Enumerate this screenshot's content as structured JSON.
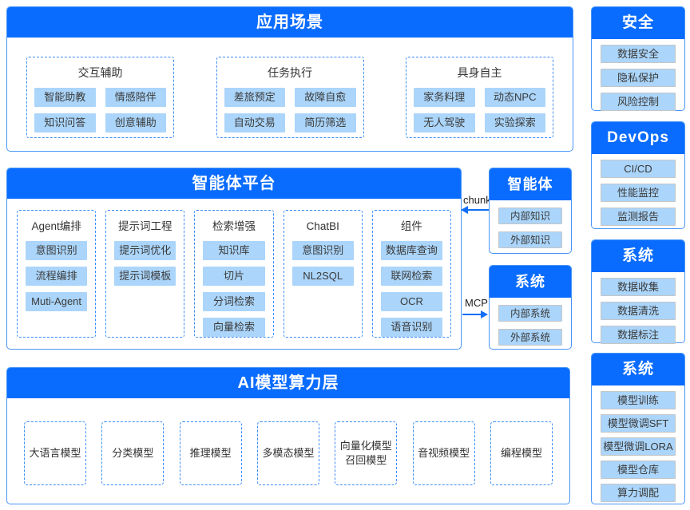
{
  "colors": {
    "header_blue": "#0a6cfe",
    "chip_blue": "#abd5fa",
    "panel_border_blue": "#4795f7",
    "dashed_border_blue": "#3b8cf8",
    "arrow_blue": "#0f6ef5",
    "text_dark": "#333333"
  },
  "app_scenarios": {
    "title": "应用场景",
    "groups": [
      {
        "title": "交互辅助",
        "items": [
          "智能助教",
          "情感陪伴",
          "知识问答",
          "创意辅助"
        ]
      },
      {
        "title": "任务执行",
        "items": [
          "差旅预定",
          "故障自愈",
          "自动交易",
          "简历筛选"
        ]
      },
      {
        "title": "具身自主",
        "items": [
          "家务料理",
          "动态NPC",
          "无人驾驶",
          "实验探索"
        ]
      }
    ]
  },
  "agent_platform": {
    "title": "智能体平台",
    "columns": [
      {
        "title": "Agent编排",
        "items": [
          "意图识别",
          "流程编排",
          "Muti-Agent"
        ]
      },
      {
        "title": "提示词工程",
        "items": [
          "提示词优化",
          "提示词模板"
        ]
      },
      {
        "title": "检索增强",
        "items": [
          "知识库",
          "切片",
          "分词检索",
          "向量检索"
        ]
      },
      {
        "title": "ChatBI",
        "items": [
          "意图识别",
          "NL2SQL"
        ]
      },
      {
        "title": "组件",
        "items": [
          "数据库查询",
          "联网检索",
          "OCR",
          "语音识别"
        ]
      }
    ]
  },
  "connectors": {
    "chunk_label": "chunk",
    "mcp_label": "MCP"
  },
  "agent_box": {
    "title": "智能体",
    "items": [
      "内部知识",
      "外部知识"
    ]
  },
  "system_box": {
    "title": "系统",
    "items": [
      "内部系统",
      "外部系统"
    ]
  },
  "right_panels": [
    {
      "title": "安全",
      "items": [
        "数据安全",
        "隐私保护",
        "风险控制"
      ]
    },
    {
      "title": "DevOps",
      "items": [
        "CI/CD",
        "性能监控",
        "监测报告"
      ]
    },
    {
      "title": "系统",
      "items": [
        "数据收集",
        "数据清洗",
        "数据标注"
      ]
    },
    {
      "title": "系统",
      "items": [
        "模型训练",
        "模型微调SFT",
        "模型微调LORA",
        "模型仓库",
        "算力调配"
      ]
    }
  ],
  "ai_layer": {
    "title": "AI模型算力层",
    "models": [
      "大语言模型",
      "分类模型",
      "推理模型",
      "多模态模型",
      "向量化模型\n召回模型",
      "音视频模型",
      "编程模型"
    ]
  }
}
